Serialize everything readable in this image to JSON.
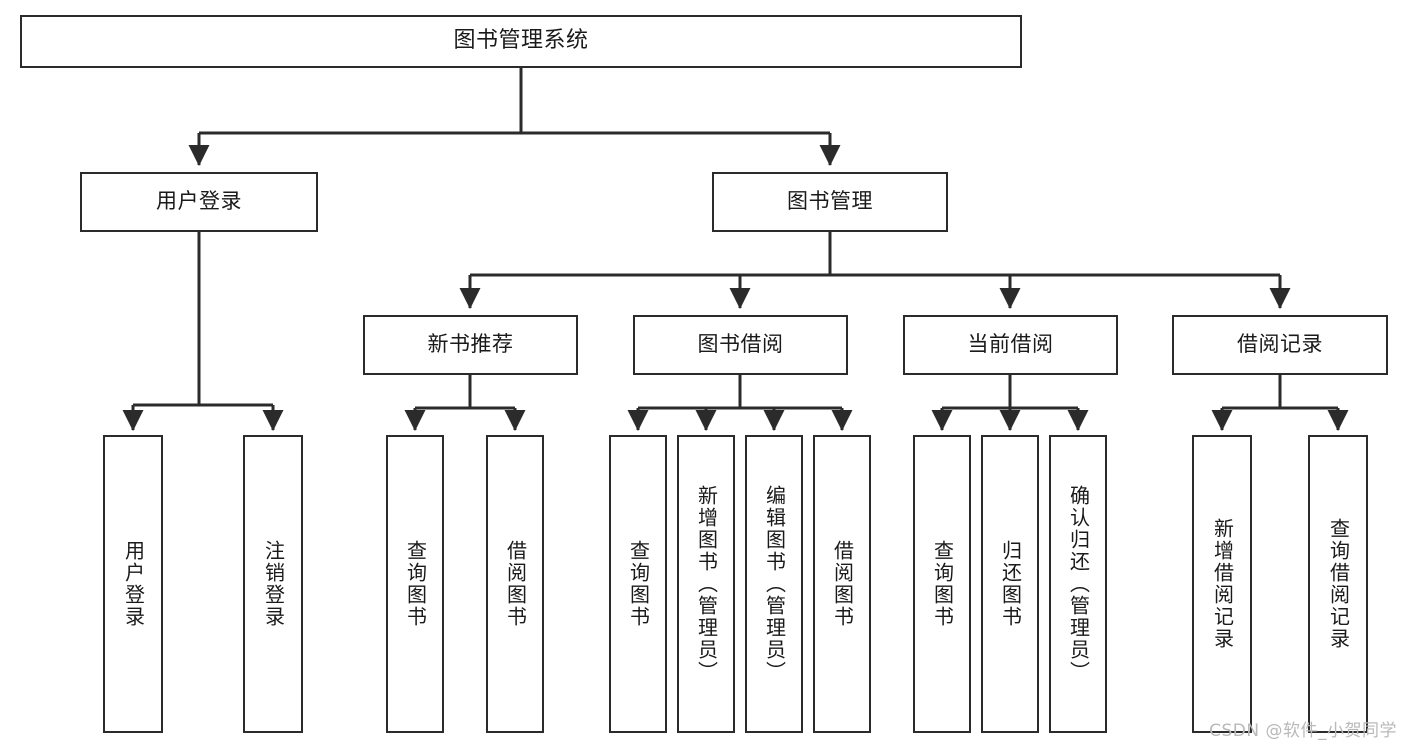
{
  "diagram": {
    "title": "图书管理系统",
    "type": "tree-hierarchy-diagram",
    "colors": {
      "box_border": "#2b2b2b",
      "box_fill": "#ffffff",
      "edge": "#2b2b2b",
      "text": "#1a1a1a",
      "watermark": "#b9b9b9",
      "background": "#ffffff"
    },
    "nodes": {
      "root": {
        "label": "图书管理系统"
      },
      "level2": [
        {
          "id": "user-login",
          "label": "用户登录"
        },
        {
          "id": "book-management",
          "label": "图书管理"
        }
      ],
      "level3": [
        {
          "id": "new-book-recommend",
          "label": "新书推荐"
        },
        {
          "id": "book-borrow",
          "label": "图书借阅"
        },
        {
          "id": "current-borrow",
          "label": "当前借阅"
        },
        {
          "id": "borrow-record",
          "label": "借阅记录"
        }
      ],
      "leaves": {
        "user_login": [
          {
            "id": "leaf-user-login",
            "label": "用户登录"
          },
          {
            "id": "leaf-logout-login",
            "label": "注销登录"
          }
        ],
        "new_book_recommend": [
          {
            "id": "leaf-query-book-1",
            "label": "查询图书"
          },
          {
            "id": "leaf-borrow-book-1",
            "label": "借阅图书"
          }
        ],
        "book_borrow": [
          {
            "id": "leaf-query-book-2",
            "label": "查询图书"
          },
          {
            "id": "leaf-add-book",
            "label": "新增图书（管理员）"
          },
          {
            "id": "leaf-edit-book",
            "label": "编辑图书（管理员）"
          },
          {
            "id": "leaf-borrow-book-2",
            "label": "借阅图书"
          }
        ],
        "current_borrow": [
          {
            "id": "leaf-query-book-3",
            "label": "查询图书"
          },
          {
            "id": "leaf-return-book",
            "label": "归还图书"
          },
          {
            "id": "leaf-confirm-return",
            "label": "确认归还（管理员）"
          }
        ],
        "borrow_record": [
          {
            "id": "leaf-add-borrow-record",
            "label": "新增借阅记录"
          },
          {
            "id": "leaf-query-borrow-record",
            "label": "查询借阅记录"
          }
        ]
      }
    },
    "watermark": "CSDN @软件_小贺同学"
  }
}
